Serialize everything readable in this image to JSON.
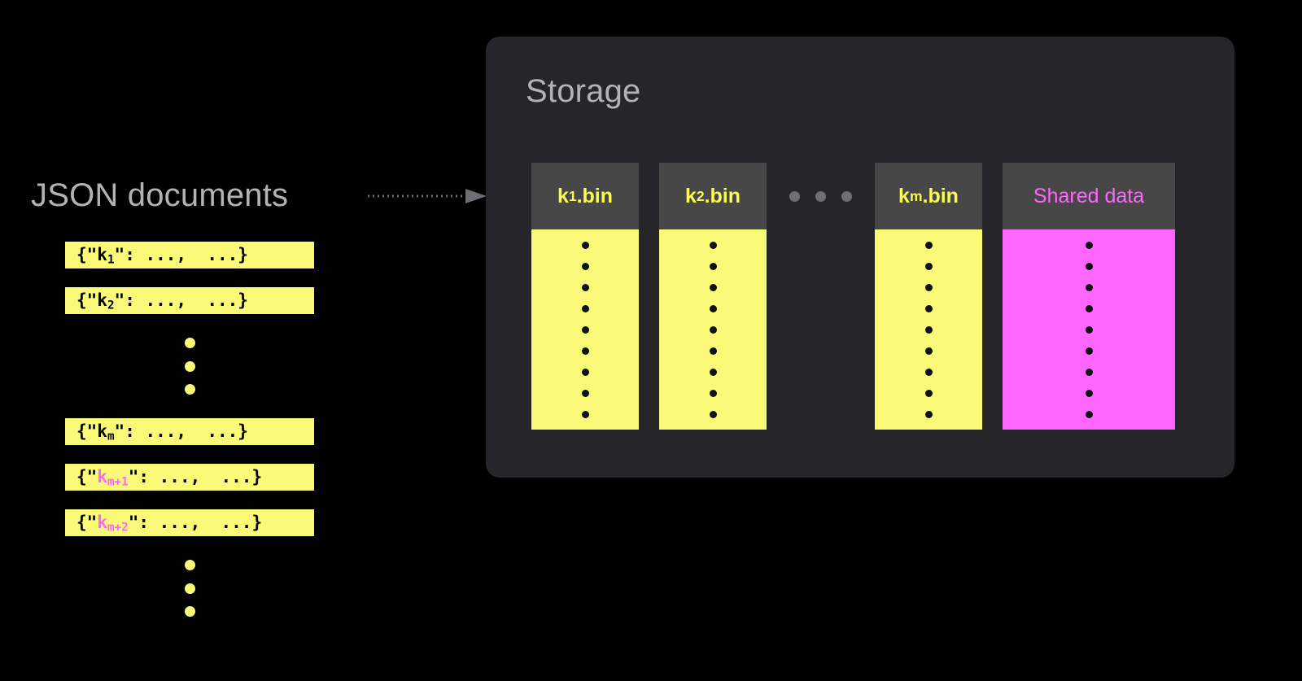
{
  "left": {
    "label": "JSON documents",
    "documents": [
      {
        "type": "row",
        "prefix": "{\"",
        "key": "k",
        "sub": "1",
        "shared": false,
        "suffix": "\": ...,  ...}"
      },
      {
        "type": "row",
        "prefix": "{\"",
        "key": "k",
        "sub": "2",
        "shared": false,
        "suffix": "\": ...,  ...}"
      },
      {
        "type": "ellipsis",
        "dots": 3
      },
      {
        "type": "row",
        "prefix": "{\"",
        "key": "k",
        "sub": "m",
        "shared": false,
        "suffix": "\": ...,  ...}"
      },
      {
        "type": "row",
        "prefix": "{\"",
        "key": "k",
        "sub": "m+1",
        "shared": true,
        "suffix": "\": ...,  ...}"
      },
      {
        "type": "row",
        "prefix": "{\"",
        "key": "k",
        "sub": "m+2",
        "shared": true,
        "suffix": "\": ...,  ...}"
      },
      {
        "type": "ellipsis",
        "dots": 3
      }
    ]
  },
  "connector": {
    "style": "dotted-arrow",
    "direction": "right",
    "color": "#6e6e73"
  },
  "storage": {
    "title": "Storage",
    "bins": [
      {
        "type": "bin",
        "label": "k",
        "sub": "1",
        "suffix": ".bin",
        "body_dots": 9,
        "accent": "yellow"
      },
      {
        "type": "bin",
        "label": "k",
        "sub": "2",
        "suffix": ".bin",
        "body_dots": 9,
        "accent": "yellow"
      },
      {
        "type": "ellipsis",
        "dots": 3
      },
      {
        "type": "bin",
        "label": "k",
        "sub": "m",
        "suffix": ".bin",
        "body_dots": 9,
        "accent": "yellow"
      },
      {
        "type": "bin",
        "label": "Shared data",
        "sub": "",
        "suffix": "",
        "body_dots": 9,
        "accent": "magenta"
      }
    ]
  },
  "colors": {
    "background": "#000000",
    "panel": "#26262a",
    "bin_header": "#474747",
    "yellow": "#fafa78",
    "yellow_text": "#fafa55",
    "magenta": "#ff66ff",
    "label_grey": "#b3b3b3",
    "dot_grey": "#6e6e73",
    "dot_black": "#111111"
  }
}
